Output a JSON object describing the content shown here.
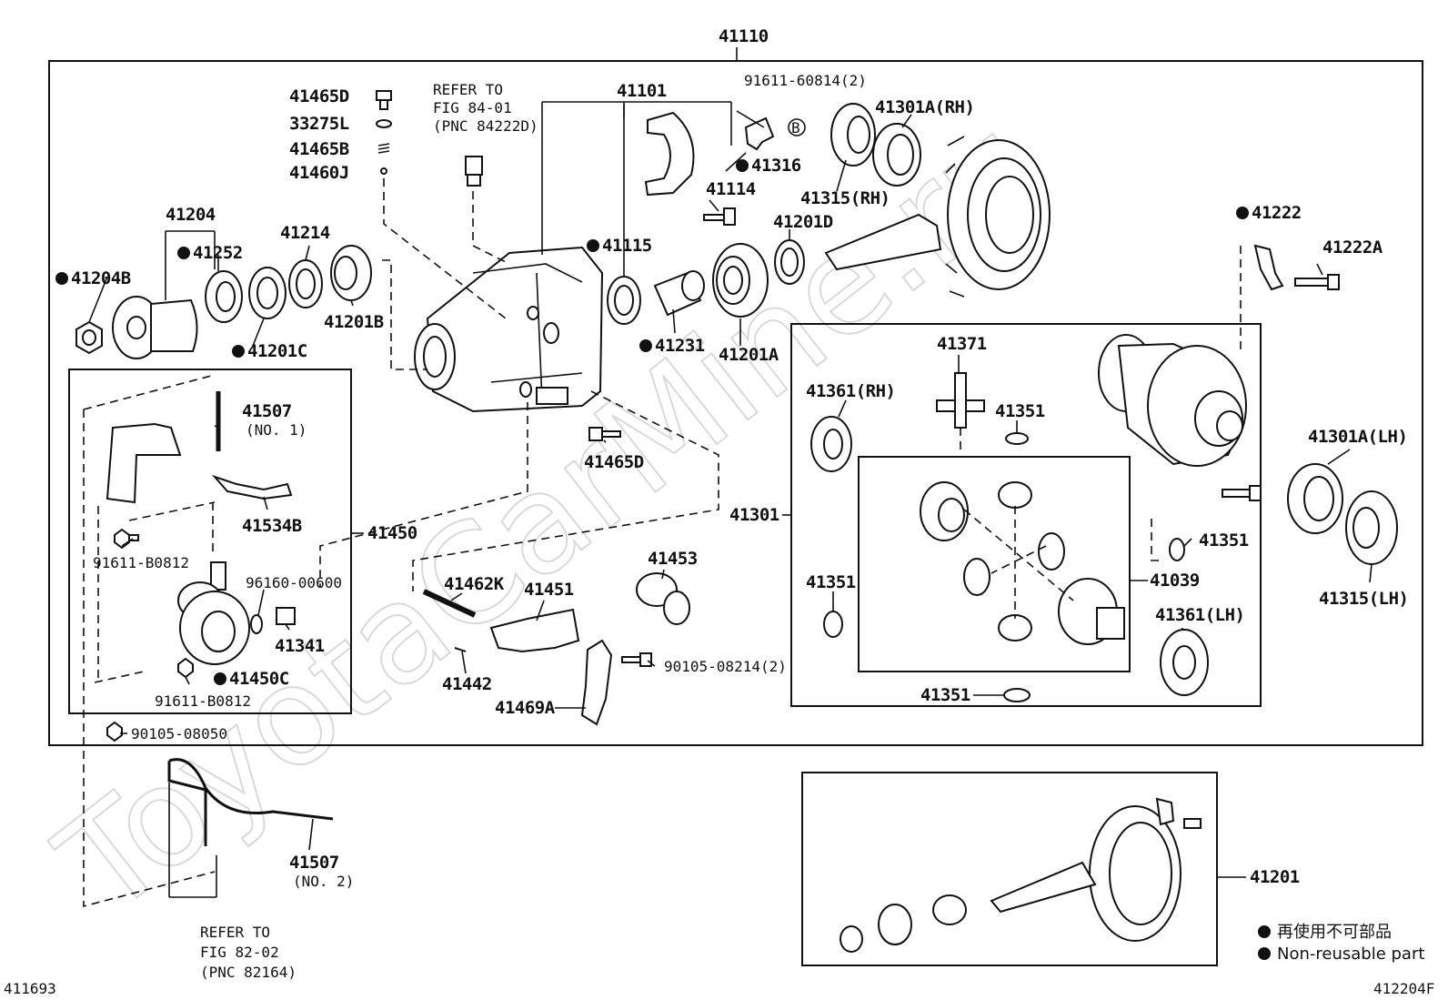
{
  "watermark": "ToyotaCarMine.ru",
  "labels": {
    "l41110": "41110",
    "l41101": "41101",
    "l91611_60814": "91611-60814(2)",
    "l41301a_rh": "41301A(RH)",
    "l41315_rh": "41315(RH)",
    "l41316": "41316",
    "l41114": "41114",
    "l41201d": "41201D",
    "l41115": "41115",
    "l41231": "41231",
    "l41201a": "41201A",
    "l41465d_top": "41465D",
    "l33275l": "33275L",
    "l41465b": "41465B",
    "l41460j": "41460J",
    "l41204": "41204",
    "l41252": "41252",
    "l41204b": "41204B",
    "l41214": "41214",
    "l41201b": "41201B",
    "l41201c": "41201C",
    "l41222": "41222",
    "l41222a": "41222A",
    "l41371": "41371",
    "l41361_rh": "41361(RH)",
    "l41351_a": "41351",
    "l41301a_lh": "41301A(LH)",
    "l41301": "41301",
    "l41351_b": "41351",
    "l41351_c": "41351",
    "l41039": "41039",
    "l41361_lh": "41361(LH)",
    "l41315_lh": "41315(LH)",
    "l41351_d": "41351",
    "l41507_no1": "41507",
    "l41507_no1_sub": "(NO. 1)",
    "l41534b": "41534B",
    "l41450": "41450",
    "l91611_b0812_a": "91611-B0812",
    "l96160_00600": "96160-00600",
    "l41341": "41341",
    "l41450c": "41450C",
    "l91611_b0812_b": "91611-B0812",
    "l90105_08050": "90105-08050",
    "l41465d_mid": "41465D",
    "l41462k": "41462K",
    "l41451": "41451",
    "l41453": "41453",
    "l41442": "41442",
    "l90105_08214": "90105-08214(2)",
    "l41469a": "41469A",
    "l41507_no2": "41507",
    "l41507_no2_sub": "(NO. 2)",
    "l41201": "41201",
    "circled_b": "B"
  },
  "refers": {
    "top": [
      "REFER TO",
      "FIG 84-01",
      "(PNC 84222D)"
    ],
    "bottom": [
      "REFER TO",
      "FIG 82-02",
      "(PNC 82164)"
    ]
  },
  "legend": {
    "jp": "再使用不可部品",
    "en": "Non-reusable part"
  },
  "corner": {
    "left": "411693",
    "right": "412204F"
  }
}
